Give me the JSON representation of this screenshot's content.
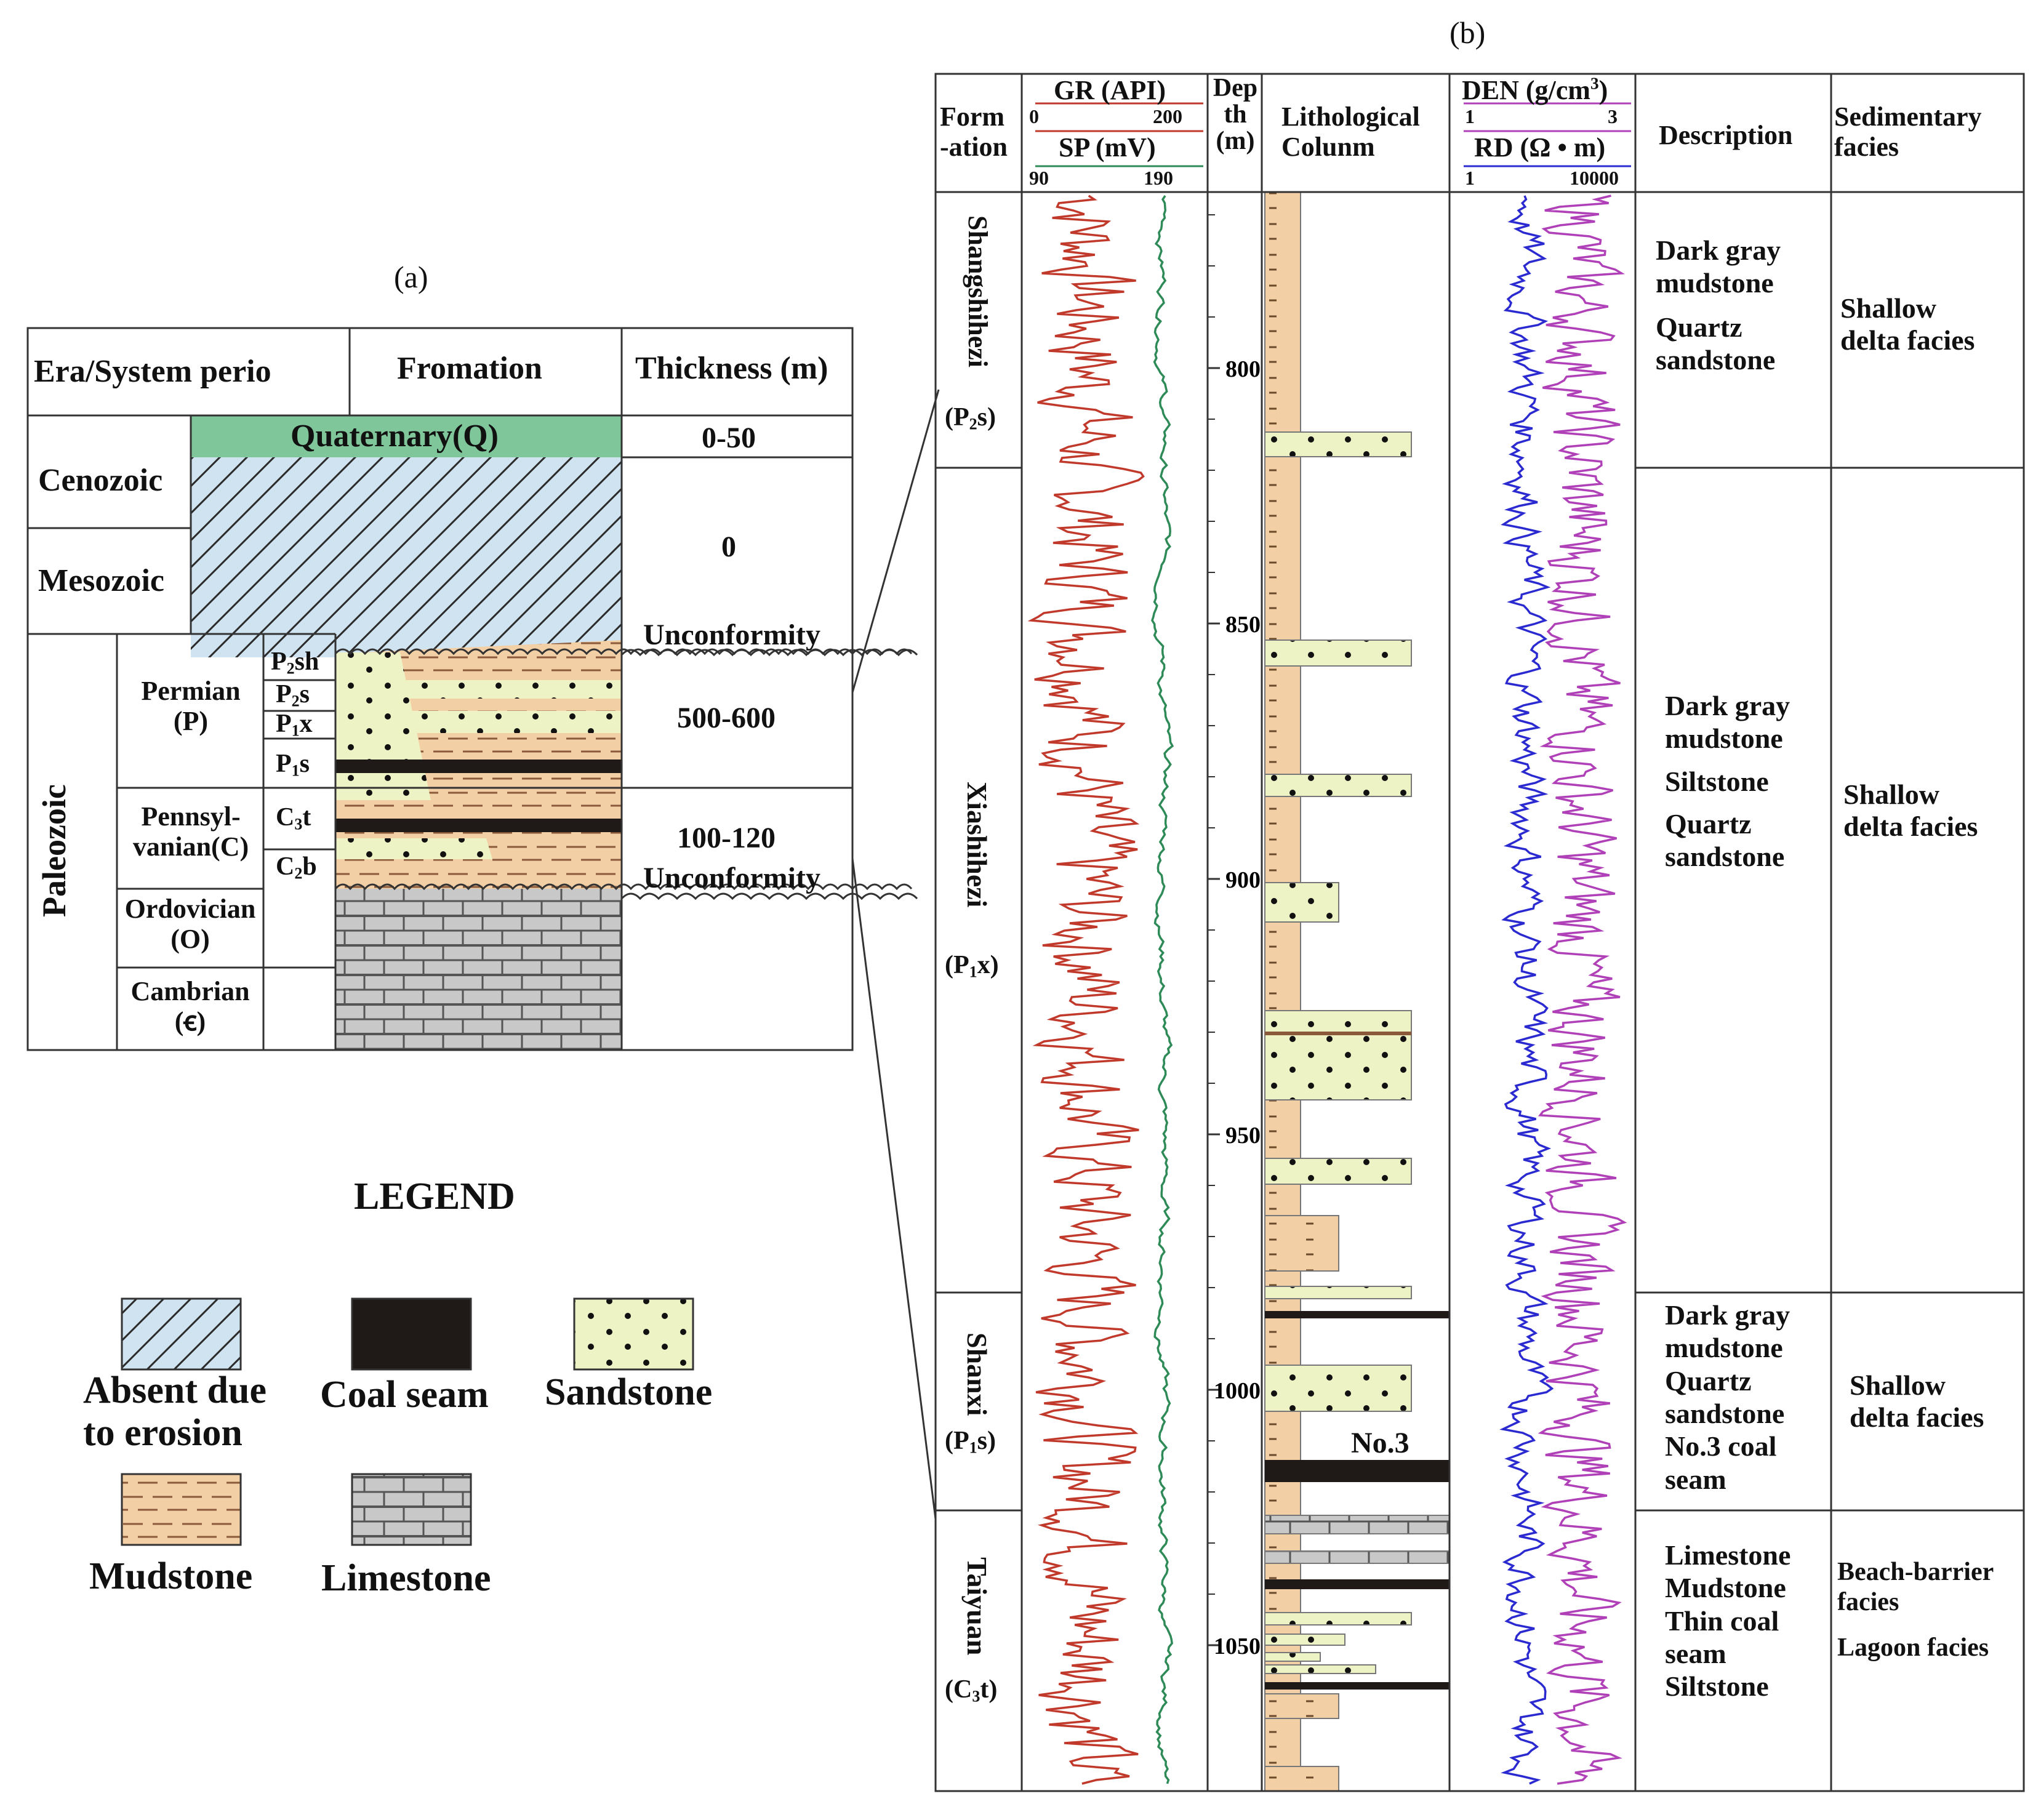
{
  "panel_a": {
    "caption": "(a)",
    "headers": {
      "era": "Era/System perio",
      "formation": "Fromation",
      "thickness": "Thickness (m)"
    },
    "eras": {
      "cenozoic": "Cenozoic",
      "mesozoic": "Mesozoic",
      "paleozoic": "Paleozoic"
    },
    "systems": {
      "quaternary": "Quaternary(Q)",
      "permian": [
        "Permian",
        "(P)"
      ],
      "pennsylvanian": [
        "Pennsyl-",
        "vanian(C)"
      ],
      "ordovician": [
        "Ordovician",
        "(O)"
      ],
      "cambrian": [
        "Cambrian",
        "(ꞓ)"
      ]
    },
    "formations": {
      "p2sh": {
        "a": "P",
        "sub": "2",
        "b": "sh"
      },
      "p2s": {
        "a": "P",
        "sub": "2",
        "b": "s"
      },
      "p1x": {
        "a": "P",
        "sub": "1",
        "b": "x"
      },
      "p1s": {
        "a": "P",
        "sub": "1",
        "b": "s"
      },
      "c3t": {
        "a": "C",
        "sub": "3",
        "b": "t"
      },
      "c2b": {
        "a": "C",
        "sub": "2",
        "b": "b"
      }
    },
    "thickness": {
      "quaternary": "0-50",
      "meso": "0",
      "unconf_top": "Unconformity",
      "permian": "500-600",
      "carboniferous": "100-120",
      "unconf_bottom": "Unconformity"
    }
  },
  "legend": {
    "title": "LEGEND",
    "items": {
      "erosion": [
        "Absent due",
        "to erosion"
      ],
      "coal": "Coal seam",
      "sandstone": "Sandstone",
      "mudstone": "Mudstone",
      "limestone": "Limestone"
    }
  },
  "panel_b": {
    "caption": "(b)",
    "headers": {
      "formation": [
        "Form",
        "-ation"
      ],
      "gr": {
        "title": "GR (API)",
        "min": "0",
        "max": "200"
      },
      "sp": {
        "title": "SP (mV)",
        "min": "90",
        "max": "190"
      },
      "depth": [
        "Dep",
        "th",
        "(m)"
      ],
      "litho": [
        "Lithological",
        "Colunm"
      ],
      "den": {
        "title_a": "DEN (g/cm",
        "title_sup": "3",
        "title_b": ")",
        "min": "1",
        "max": "3"
      },
      "rd": {
        "title": "RD (Ω  • m)",
        "min": "1",
        "max": "10000"
      },
      "description": "Description",
      "facies": [
        "Sedimentary",
        "facies"
      ]
    },
    "depth_ticks": [
      "800",
      "850",
      "900",
      "950",
      "1000",
      "1050"
    ],
    "coal_label": "No.3",
    "formations": [
      {
        "name": "Shangshihezi",
        "code_a": "(P",
        "code_sub": "2",
        "code_b": "s)"
      },
      {
        "name": "Xiashihezi",
        "code_a": "(P",
        "code_sub": "1",
        "code_b": "x)"
      },
      {
        "name": "Shanxi",
        "code_a": "(P",
        "code_sub": "1",
        "code_b": "s)"
      },
      {
        "name": "Taiyuan",
        "code_a": "(C",
        "code_sub": "3",
        "code_b": "t)"
      }
    ],
    "descriptions": [
      [
        "Dark gray",
        "mudstone",
        "",
        "Quartz",
        "sandstone"
      ],
      [
        "Dark gray",
        "mudstone",
        "",
        "Siltstone",
        "",
        "Quartz",
        "sandstone"
      ],
      [
        "Dark gray",
        "mudstone",
        "Quartz",
        "sandstone",
        "No.3 coal",
        "seam"
      ],
      [
        "Limestone",
        "Mudstone",
        "Thin coal",
        "seam",
        "Siltstone"
      ]
    ],
    "facies": [
      [
        "Shallow",
        "delta facies"
      ],
      [
        "Shallow",
        "delta facies"
      ],
      [
        "Shallow",
        "delta facies"
      ],
      [
        "Beach-barrier",
        "facies",
        "",
        "Lagoon facies"
      ]
    ]
  },
  "colors": {
    "quaternary": "#7fc69a",
    "erosion": "#cfe3f0",
    "mudstone": "#f3cfa6",
    "sandstone": "#eef3c6",
    "limestone": "#c8c8c8",
    "coal": "#1f1a17",
    "gr_curve": "#c0392b",
    "sp_curve": "#2e8b57",
    "den_curve": "#b040b8",
    "rd_curve": "#2a2ad0"
  }
}
